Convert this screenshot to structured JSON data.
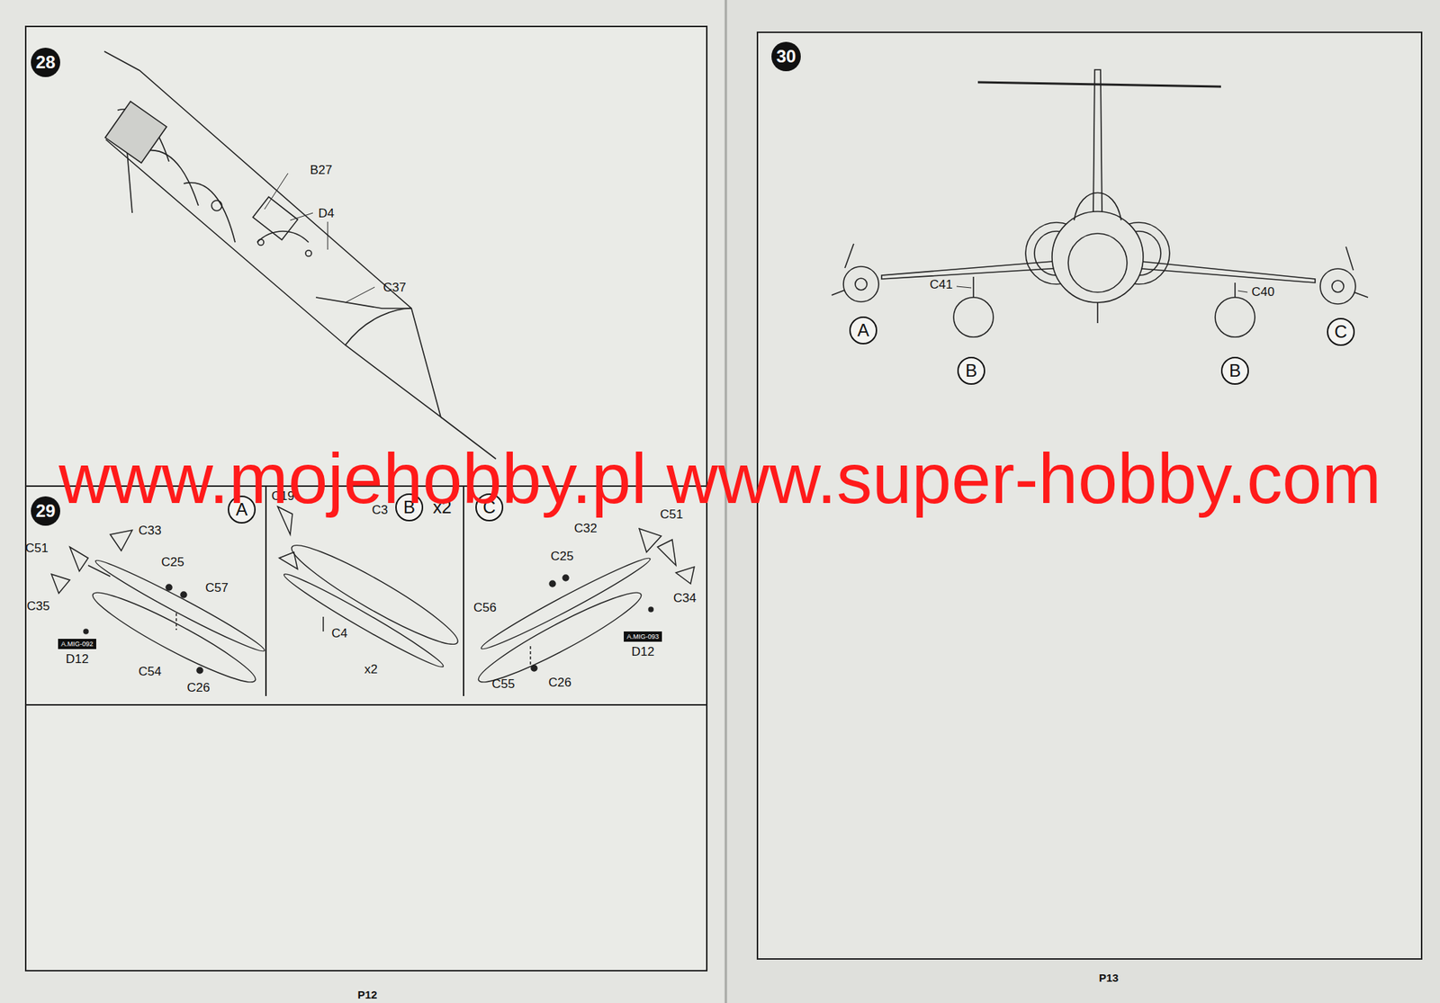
{
  "diagram": {
    "nodes": [
      {
        "text": [
          "28"
        ]
      },
      {
        "text": [
          "29"
        ]
      },
      {
        "text": [
          "A"
        ]
      },
      {
        "text": [
          "B"
        ]
      },
      {
        "text": [
          "C"
        ]
      },
      {
        "text": [
          "A.MIG-092"
        ]
      },
      {
        "text": [
          "A.MIG-093"
        ]
      },
      {
        "text": [
          "30"
        ]
      },
      {
        "text": [
          "A"
        ]
      },
      {
        "text": [
          "B"
        ]
      },
      {
        "text": [
          "B"
        ]
      },
      {
        "text": [
          "C"
        ]
      }
    ],
    "labels": [
      "B27",
      "D4",
      "C37",
      "C19",
      "C3",
      "x2",
      "C51",
      "C33",
      "C35",
      "C25",
      "C57",
      "D12",
      "C54",
      "C26",
      "C4",
      "x2",
      "C32",
      "C51",
      "C25",
      "C56",
      "C34",
      "D12",
      "C55",
      "C26",
      "C41",
      "C40",
      "www.mojehobby.pl www.super-hobby.com",
      "P12",
      "P13"
    ]
  }
}
